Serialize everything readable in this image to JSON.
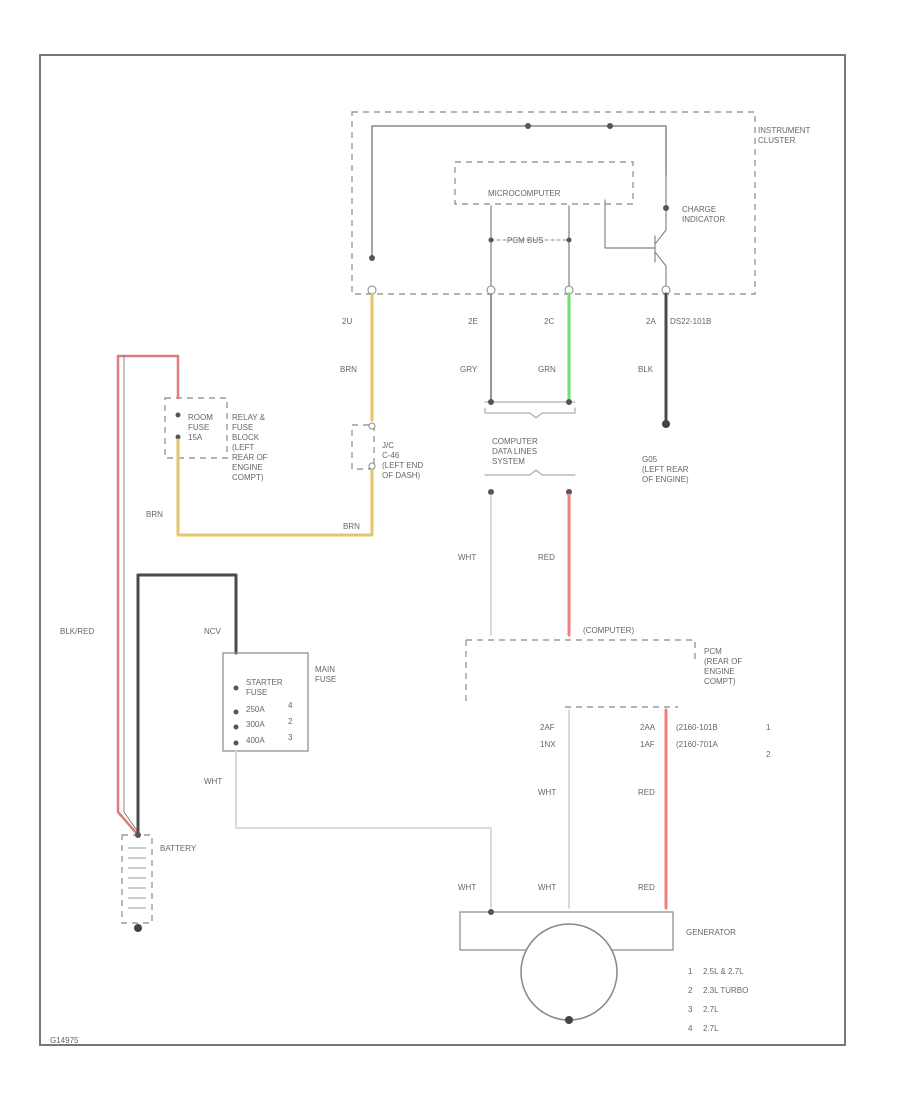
{
  "colors": {
    "wht": "#d6d6d6",
    "gry": "#8a8a8a",
    "blk": "#4a4a4a",
    "brn": "#e6c46a",
    "grn": "#6fe06f",
    "red": "#f08080",
    "blk_red_a": "#e07b7b",
    "blk_red_b": "#666666",
    "frame": "#777777"
  },
  "components": {
    "instrument_cluster": "INSTRUMENT\nCLUSTER",
    "microcomputer": "MICROCOMPUTER",
    "charge_indicator": "CHARGE\nINDICATOR",
    "pcm_bus": "PCM BUS",
    "relay_fuse_block": "RELAY &\nFUSE\nBLOCK\n(LEFT\nREAR OF\nENGINE\nCOMPT)",
    "relay_fuse_inner": "ROOM\nFUSE\n15A",
    "jc": "J/C\nC-46\n(LEFT END\nOF DASH)",
    "data_link": "COMPUTER\nDATA LINES\nSYSTEM",
    "ground": "G05\n(LEFT REAR\nOF ENGINE)",
    "ground_note": "DS22-101B",
    "pcm": "PCM\n(REAR OF\nENGINE\nCOMPT)",
    "pcm_note": "(COMPUTER)",
    "main_fuse": "MAIN\nFUSE",
    "main_fuse_inner": [
      "STARTER\nFUSE",
      "250A",
      "300A",
      "400A"
    ],
    "main_fuse_nums": [
      "4",
      "2",
      "3"
    ],
    "battery": "BATTERY",
    "generator": "GENERATOR",
    "pcm_pin_notes": [
      "(2160-101B",
      "(2160-701A"
    ],
    "pcm_pin_nums": [
      "1",
      "2"
    ]
  },
  "pins": {
    "p2u": "2U",
    "p2e": "2E",
    "p2c": "2C",
    "p2a": "2A",
    "pcm_l1": "2AF",
    "pcm_l2": "1NX",
    "pcm_r1": "2AA",
    "pcm_r2": "1AF"
  },
  "wire_labels": {
    "brn_top": "BRN",
    "gry": "GRY",
    "grn": "GRN",
    "blk": "BLK",
    "brn_left": "BRN",
    "brn_right": "BRN",
    "blk_red": "BLK/RED",
    "ncv": "NCV",
    "wht_fuse": "WHT",
    "wht_link": "WHT",
    "red_link": "RED",
    "wht_pcm": "WHT",
    "red_pcm": "RED",
    "wht_gen_l": "WHT",
    "wht_gen_m": "WHT",
    "red_gen": "RED"
  },
  "legend": [
    {
      "num": "1",
      "text": "2.5L & 2.7L"
    },
    {
      "num": "2",
      "text": "2.3L TURBO"
    },
    {
      "num": "3",
      "text": "2.7L"
    },
    {
      "num": "4",
      "text": "2.7L"
    }
  ],
  "diagram_id": "G14975"
}
